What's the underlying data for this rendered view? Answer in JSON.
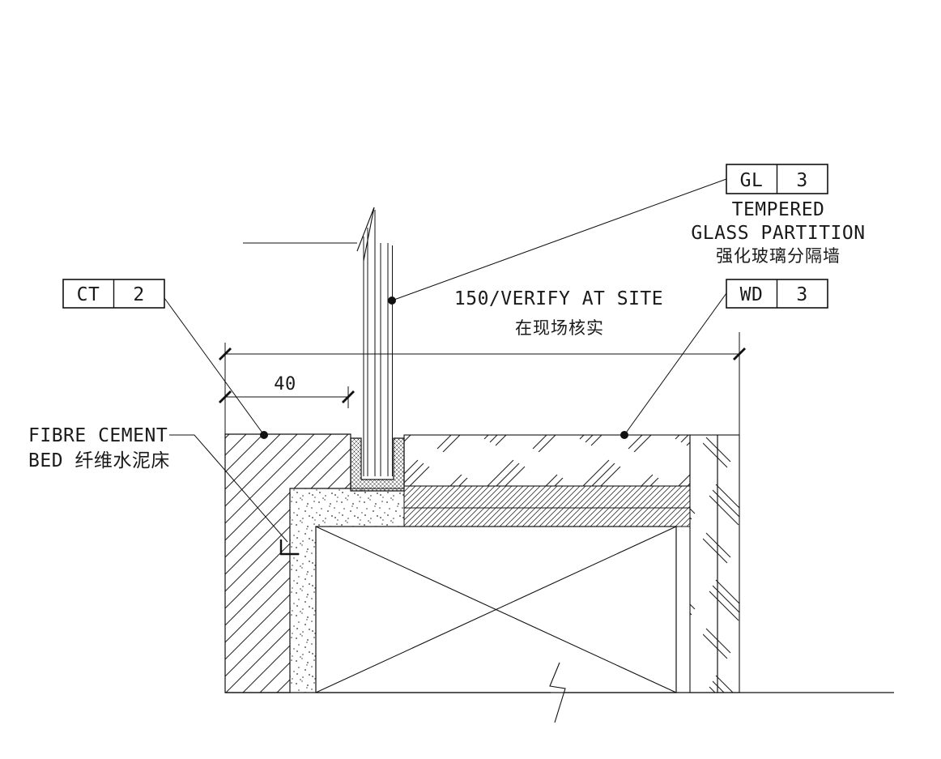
{
  "page": {
    "background": "#ffffff",
    "line_color": "#1a1a1a"
  },
  "tags": {
    "gl": {
      "code": "GL",
      "num": "3"
    },
    "ct": {
      "code": "CT",
      "num": "2"
    },
    "wd": {
      "code": "WD",
      "num": "3"
    }
  },
  "annotations": {
    "tempered": "TEMPERED",
    "glass_partition": "GLASS PARTITION",
    "glass_partition_cn": "强化玻璃分隔墙",
    "verify_dim": "150/VERIFY AT SITE",
    "verify_dim_cn": "在现场核实",
    "fibre_line1": "FIBRE CEMENT",
    "fibre_line2": "BED 纤维水泥床",
    "dim_40": "40"
  }
}
